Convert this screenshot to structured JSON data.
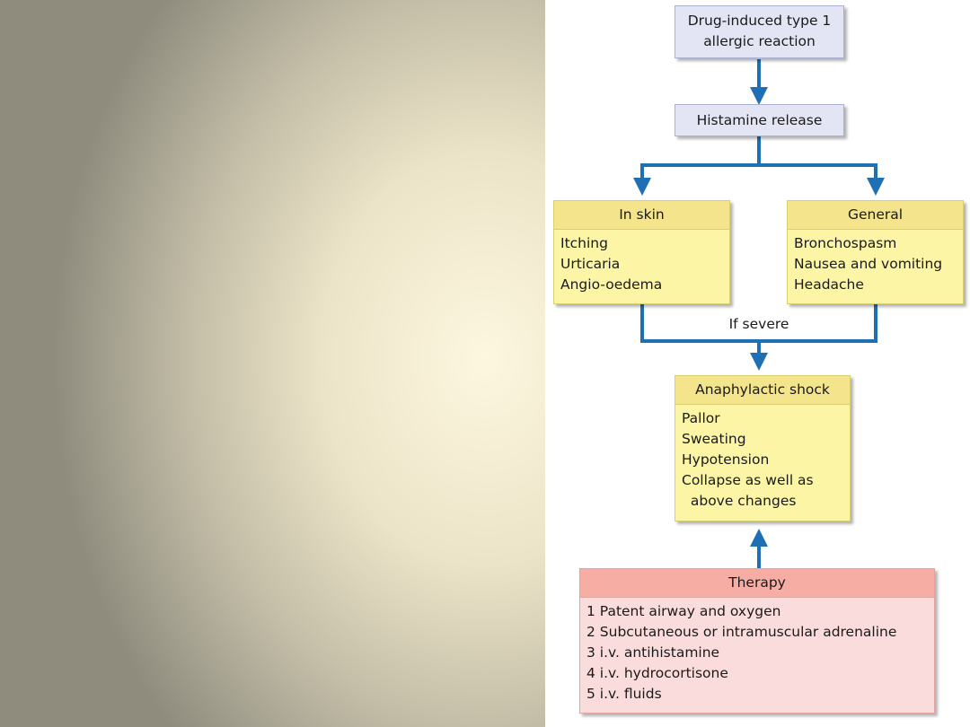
{
  "nodes": {
    "start": {
      "lines": [
        "Drug-induced type 1",
        "allergic reaction"
      ]
    },
    "histamine": {
      "text": "Histamine release"
    },
    "skin": {
      "title": "In skin",
      "items": [
        "Itching",
        "Urticaria",
        "Angio-oedema"
      ]
    },
    "general": {
      "title": "General",
      "items": [
        "Bronchospasm",
        "Nausea and vomiting",
        "Headache"
      ]
    },
    "shock": {
      "title": "Anaphylactic shock",
      "items": [
        "Pallor",
        "Sweating",
        "Hypotension",
        "Collapse as well as",
        "  above changes"
      ]
    },
    "therapy": {
      "title": "Therapy",
      "items": [
        "1 Patent airway and oxygen",
        "2 Subcutaneous or intramuscular adrenaline",
        "3 i.v. antihistamine",
        "4 i.v. hydrocortisone",
        "5 i.v. fluids"
      ]
    }
  },
  "edges": {
    "severe_label": "If severe"
  },
  "colors": {
    "arrow": "#1f6fb5",
    "blue_fill": "#e3e4f4",
    "yellow_fill": "#fdf5a6",
    "yellow_header": "#f4e58c",
    "red_fill": "#fbdcdc",
    "red_header": "#f6aea4"
  }
}
